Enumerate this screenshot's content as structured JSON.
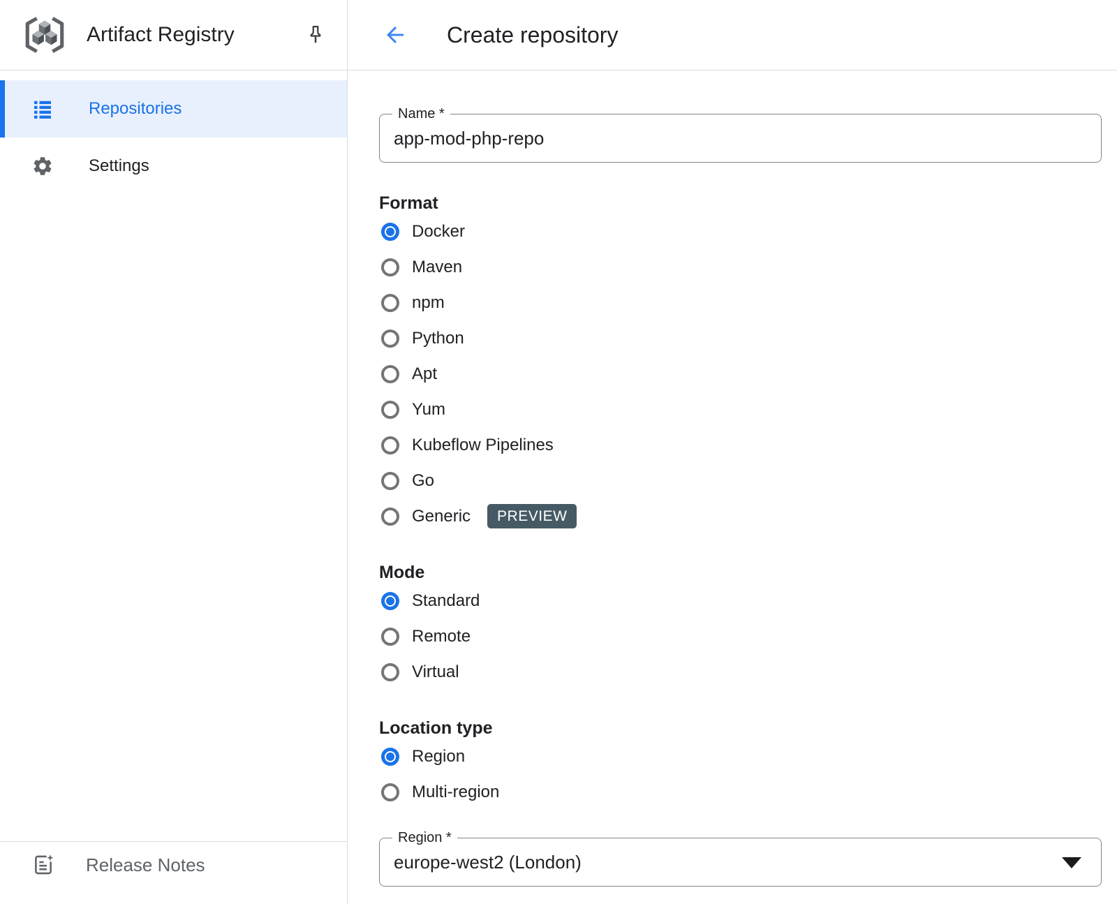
{
  "sidebar": {
    "title": "Artifact Registry",
    "items": [
      {
        "label": "Repositories",
        "icon": "list-icon",
        "selected": true
      },
      {
        "label": "Settings",
        "icon": "gear-icon",
        "selected": false
      }
    ],
    "footer": {
      "label": "Release Notes"
    }
  },
  "header": {
    "title": "Create repository"
  },
  "form": {
    "name_field": {
      "label": "Name *",
      "value": "app-mod-php-repo"
    },
    "format": {
      "label": "Format",
      "options": [
        {
          "label": "Docker",
          "selected": true
        },
        {
          "label": "Maven",
          "selected": false
        },
        {
          "label": "npm",
          "selected": false
        },
        {
          "label": "Python",
          "selected": false
        },
        {
          "label": "Apt",
          "selected": false
        },
        {
          "label": "Yum",
          "selected": false
        },
        {
          "label": "Kubeflow Pipelines",
          "selected": false
        },
        {
          "label": "Go",
          "selected": false
        },
        {
          "label": "Generic",
          "selected": false,
          "badge": "PREVIEW"
        }
      ]
    },
    "mode": {
      "label": "Mode",
      "options": [
        {
          "label": "Standard",
          "selected": true
        },
        {
          "label": "Remote",
          "selected": false
        },
        {
          "label": "Virtual",
          "selected": false
        }
      ]
    },
    "location_type": {
      "label": "Location type",
      "options": [
        {
          "label": "Region",
          "selected": true
        },
        {
          "label": "Multi-region",
          "selected": false
        }
      ]
    },
    "region_field": {
      "label": "Region *",
      "value": "europe-west2 (London)"
    }
  },
  "colors": {
    "accent": "#1a73e8",
    "selected_bg": "#e8f0fe",
    "badge_bg": "#455a64",
    "text": "#202124",
    "muted": "#5f6368",
    "border": "#dadce0",
    "outline": "#80868b"
  }
}
